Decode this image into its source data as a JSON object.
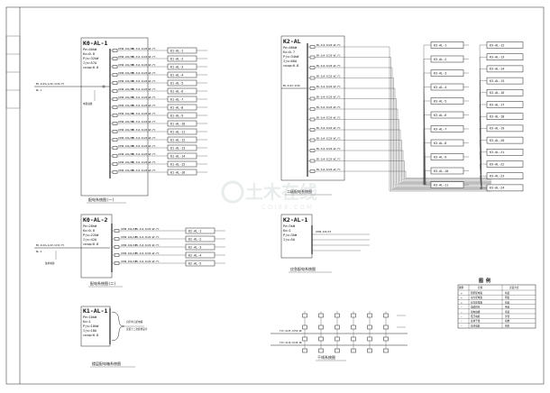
{
  "panels": {
    "k0_al_1": {
      "title": "K0-AL-1",
      "specs": [
        "Pe=40kW",
        "Kx=0.8",
        "Pjs=32kW",
        "Ijs=57A",
        "cosφ=0.8"
      ],
      "feed_label": "BV-4x25+1x16-SC40-FC",
      "feed_sub": "WL-1",
      "aux_label": "电源进线",
      "targets": [
        "K1-AL-1",
        "K1-AL-2",
        "K1-AL-3",
        "K1-AL-4",
        "K1-AL-5",
        "K1-AL-6",
        "K1-AL-7",
        "K1-AL-8",
        "K1-AL-9",
        "K1-AL-10",
        "K1-AL-11",
        "K1-AL-12",
        "K1-AL-13",
        "K1-AL-14",
        "K1-AL-15",
        "K1-AL-16"
      ],
      "caption": "配电系统图(一)"
    },
    "k0_al_2": {
      "title": "K0-AL-2",
      "specs": [
        "Pe=28kW",
        "Kx=0.8",
        "Pjs=22kW",
        "Ijs=42A",
        "cosφ=0.8"
      ],
      "feed_label": "BV-4x16+1x10-SC32-FC",
      "feed_sub": "WL-2",
      "aux_label": "备用电源",
      "targets": [
        "K2-AL-1",
        "K2-AL-2",
        "K2-AL-3",
        "K2-AL-4",
        "K2-AL-5"
      ],
      "caption": "配电系统图(二)"
    },
    "k1_al_1": {
      "title": "K1-AL-1",
      "specs": [
        "Pe=10kW",
        "Kx=1",
        "Pjs=10kW",
        "Ijs=18A",
        "cosφ=0.8"
      ],
      "notes": [
        "自带单元配电箱",
        "安装于二次装修设计"
      ],
      "caption": "楼层配电箱系统图"
    },
    "k2_al": {
      "title": "K2-AL",
      "specs": [
        "Pe=48kW",
        "Kx=0.7",
        "Pjs=34kW",
        "Ijs=60A",
        "cosφ=0.8"
      ],
      "feed_label": "BV-4x25-SC40",
      "targets_a": [
        "K3-AL-1",
        "K3-AL-2",
        "K3-AL-3",
        "K3-AL-4",
        "K3-AL-5",
        "K3-AL-6",
        "K3-AL-7",
        "K3-AL-8",
        "K3-AL-9",
        "K3-AL-10",
        "K3-AL-11"
      ],
      "targets_b": [
        "K3-AL-12",
        "K3-AL-13",
        "K3-AL-14",
        "K3-AL-15",
        "K3-AL-16",
        "K3-AL-17",
        "K3-AL-18",
        "K3-AL-19",
        "K3-AL-20",
        "K3-AL-21",
        "K3-AL-22",
        "K3-AL-23",
        "K3-AL-24"
      ],
      "caption": "二级配电系统图"
    },
    "k2_al_1": {
      "title": "K2-AL-1",
      "specs": [
        "Pe=3kW",
        "Kx=1",
        "Pjs=3kW",
        "Ijs=5A"
      ],
      "caption": "应急配电系统图"
    },
    "riser": {
      "feed_1": "YJV-4x25-SC50-WC",
      "feed_2": "YJV-4x16-SC40-WC",
      "caption": "干线系统图"
    }
  },
  "legend": {
    "title": "图  例",
    "headers": [
      "图例",
      "名称",
      "安装方式"
    ],
    "rows": [
      [
        "▭",
        "照明配电箱",
        "暗装"
      ],
      [
        "▭",
        "动力配电箱",
        "明装"
      ],
      [
        "▭",
        "应急配电箱",
        "暗装"
      ],
      [
        "—",
        "电缆桥架",
        "吊装"
      ],
      [
        "—",
        "强电线槽",
        "吊装"
      ],
      [
        "—",
        "低压电缆",
        "穿管"
      ],
      [
        "—",
        "接地干线",
        "暗敷"
      ],
      [
        "—",
        "层间电缆",
        "桥架"
      ]
    ]
  },
  "watermark": {
    "text_cn": "土木在线",
    "text_en": "COI88.COM"
  },
  "branch_cable": "BV-3x4-SC20-WC.FC",
  "breaker": "C65N-16A/1P"
}
